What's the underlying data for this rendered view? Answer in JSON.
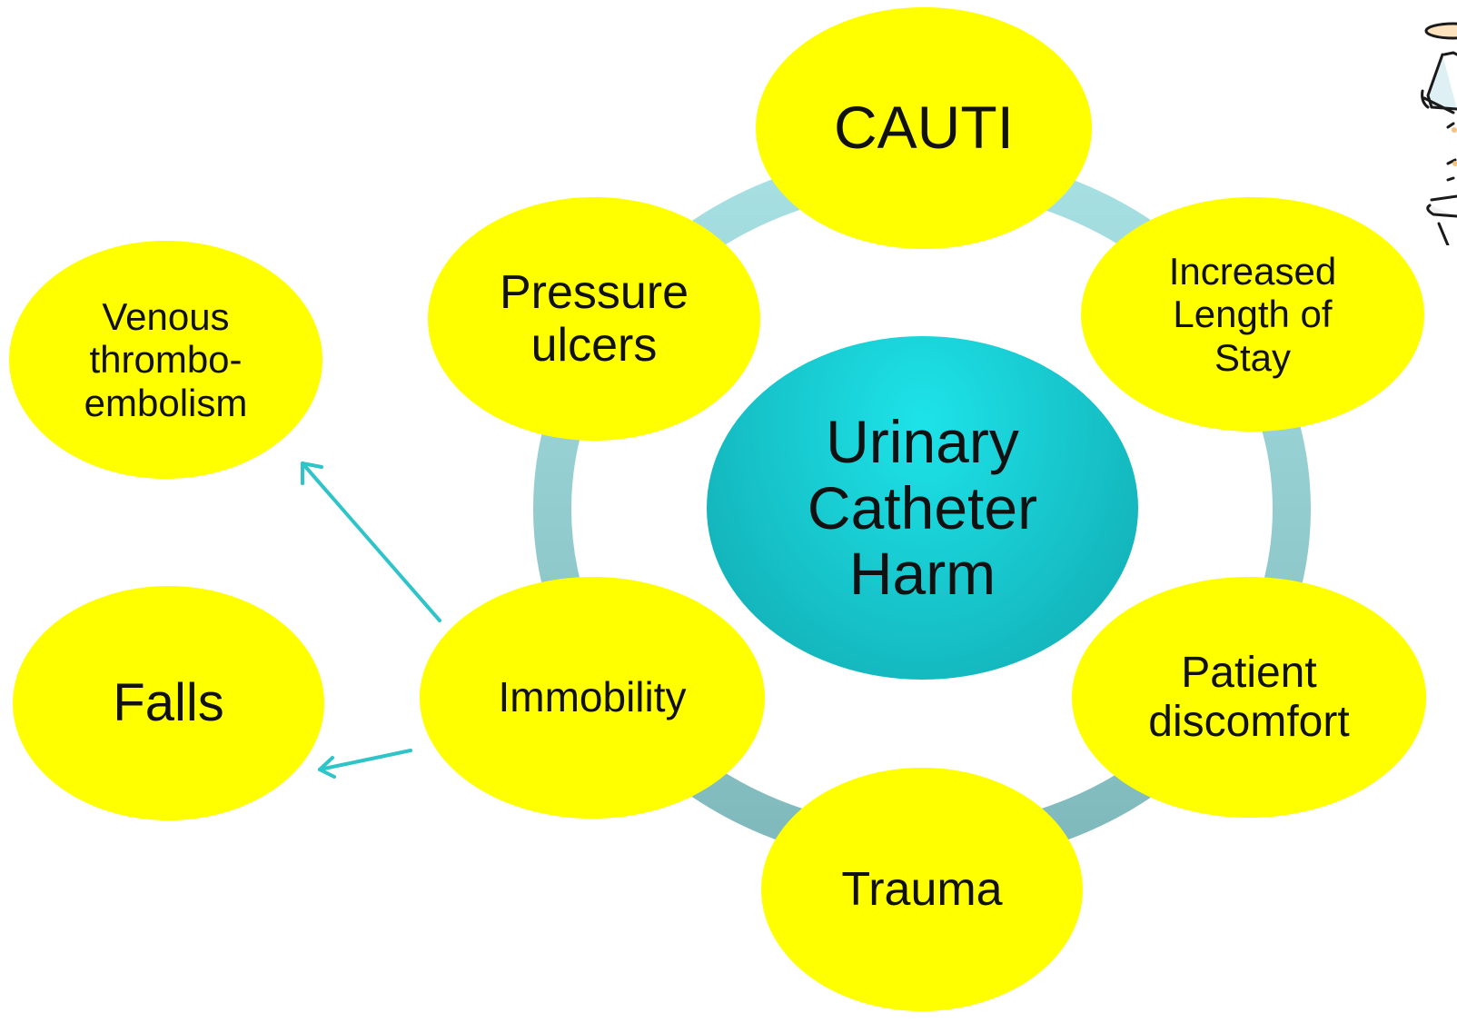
{
  "diagram": {
    "center": {
      "lines": [
        "Urinary",
        "Catheter",
        "Harm"
      ],
      "color": "#16c3c9"
    },
    "ring_color": "#9bd3d5",
    "node_color": "#ffff00",
    "arrow_color": "#2ec4c8",
    "nodes": {
      "cauti": {
        "lines": [
          "CAUTI"
        ]
      },
      "increased_length_of_stay": {
        "lines": [
          "Increased",
          "Length of",
          "Stay"
        ]
      },
      "patient_discomfort": {
        "lines": [
          "Patient",
          "discomfort"
        ]
      },
      "trauma": {
        "lines": [
          "Trauma"
        ]
      },
      "immobility": {
        "lines": [
          "Immobility"
        ]
      },
      "pressure_ulcers": {
        "lines": [
          "Pressure",
          "ulcers"
        ]
      },
      "venous_thromboembolism": {
        "lines": [
          "Venous",
          "thrombo-",
          "embolism"
        ]
      },
      "falls": {
        "lines": [
          "Falls"
        ]
      }
    },
    "links": [
      {
        "from": "immobility",
        "to": "venous_thromboembolism"
      },
      {
        "from": "immobility",
        "to": "falls"
      }
    ],
    "clip_art": {
      "icon": "clipboard-figure-icon"
    }
  }
}
